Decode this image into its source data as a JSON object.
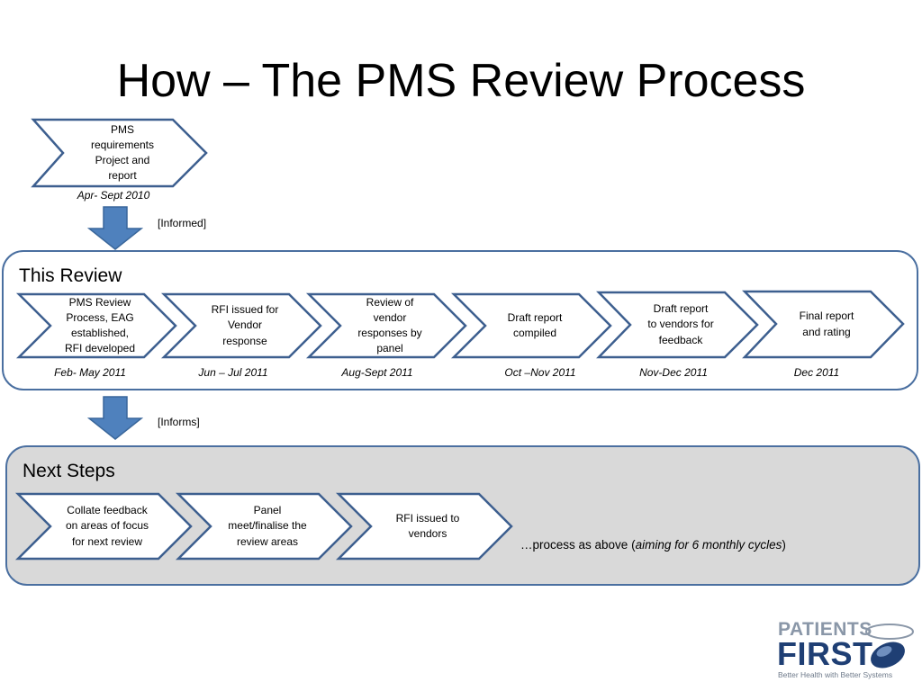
{
  "title": "How – The PMS Review Process",
  "top_step": {
    "label": "PMS\nrequirements\nProject and\nreport",
    "date": "Apr- Sept 2010"
  },
  "informed_note": "[Informed]",
  "this_review": {
    "heading": "This Review",
    "steps": [
      {
        "label": "PMS Review\nProcess, EAG\nestablished,\nRFI developed",
        "date": "Feb- May 2011"
      },
      {
        "label": "RFI issued for\nVendor\nresponse",
        "date": "Jun – Jul 2011"
      },
      {
        "label": "Review of\nvendor\nresponses by\npanel",
        "date": "Aug-Sept 2011"
      },
      {
        "label": "Draft report\ncompiled",
        "date": "Oct –Nov 2011"
      },
      {
        "label": "Draft report\nto vendors for\nfeedback",
        "date": "Nov-Dec 2011"
      },
      {
        "label": "Final report\nand rating",
        "date": "Dec 2011"
      }
    ]
  },
  "informs_note": "[Informs]",
  "next_steps": {
    "heading": "Next Steps",
    "steps": [
      {
        "label": "Collate feedback\non areas of focus\nfor next review"
      },
      {
        "label": "Panel\nmeet/finalise the\nreview areas"
      },
      {
        "label": "RFI issued to\nvendors"
      }
    ],
    "tail_prefix": "…process as above ",
    "tail_paren_open": "(",
    "tail_italic": "aiming for 6 monthly cycles",
    "tail_paren_close": ")"
  },
  "logo": {
    "word1": "PATIENTS",
    "word2": "FIRST",
    "tagline": "Better Health with Better Systems"
  },
  "colors": {
    "chevron_stroke": "#3d5f8f",
    "chevron_fill": "#ffffff",
    "arrow_fill": "#4f81bd",
    "panel_border": "#4a6fa0",
    "next_steps_bg": "#d9d9d9"
  }
}
